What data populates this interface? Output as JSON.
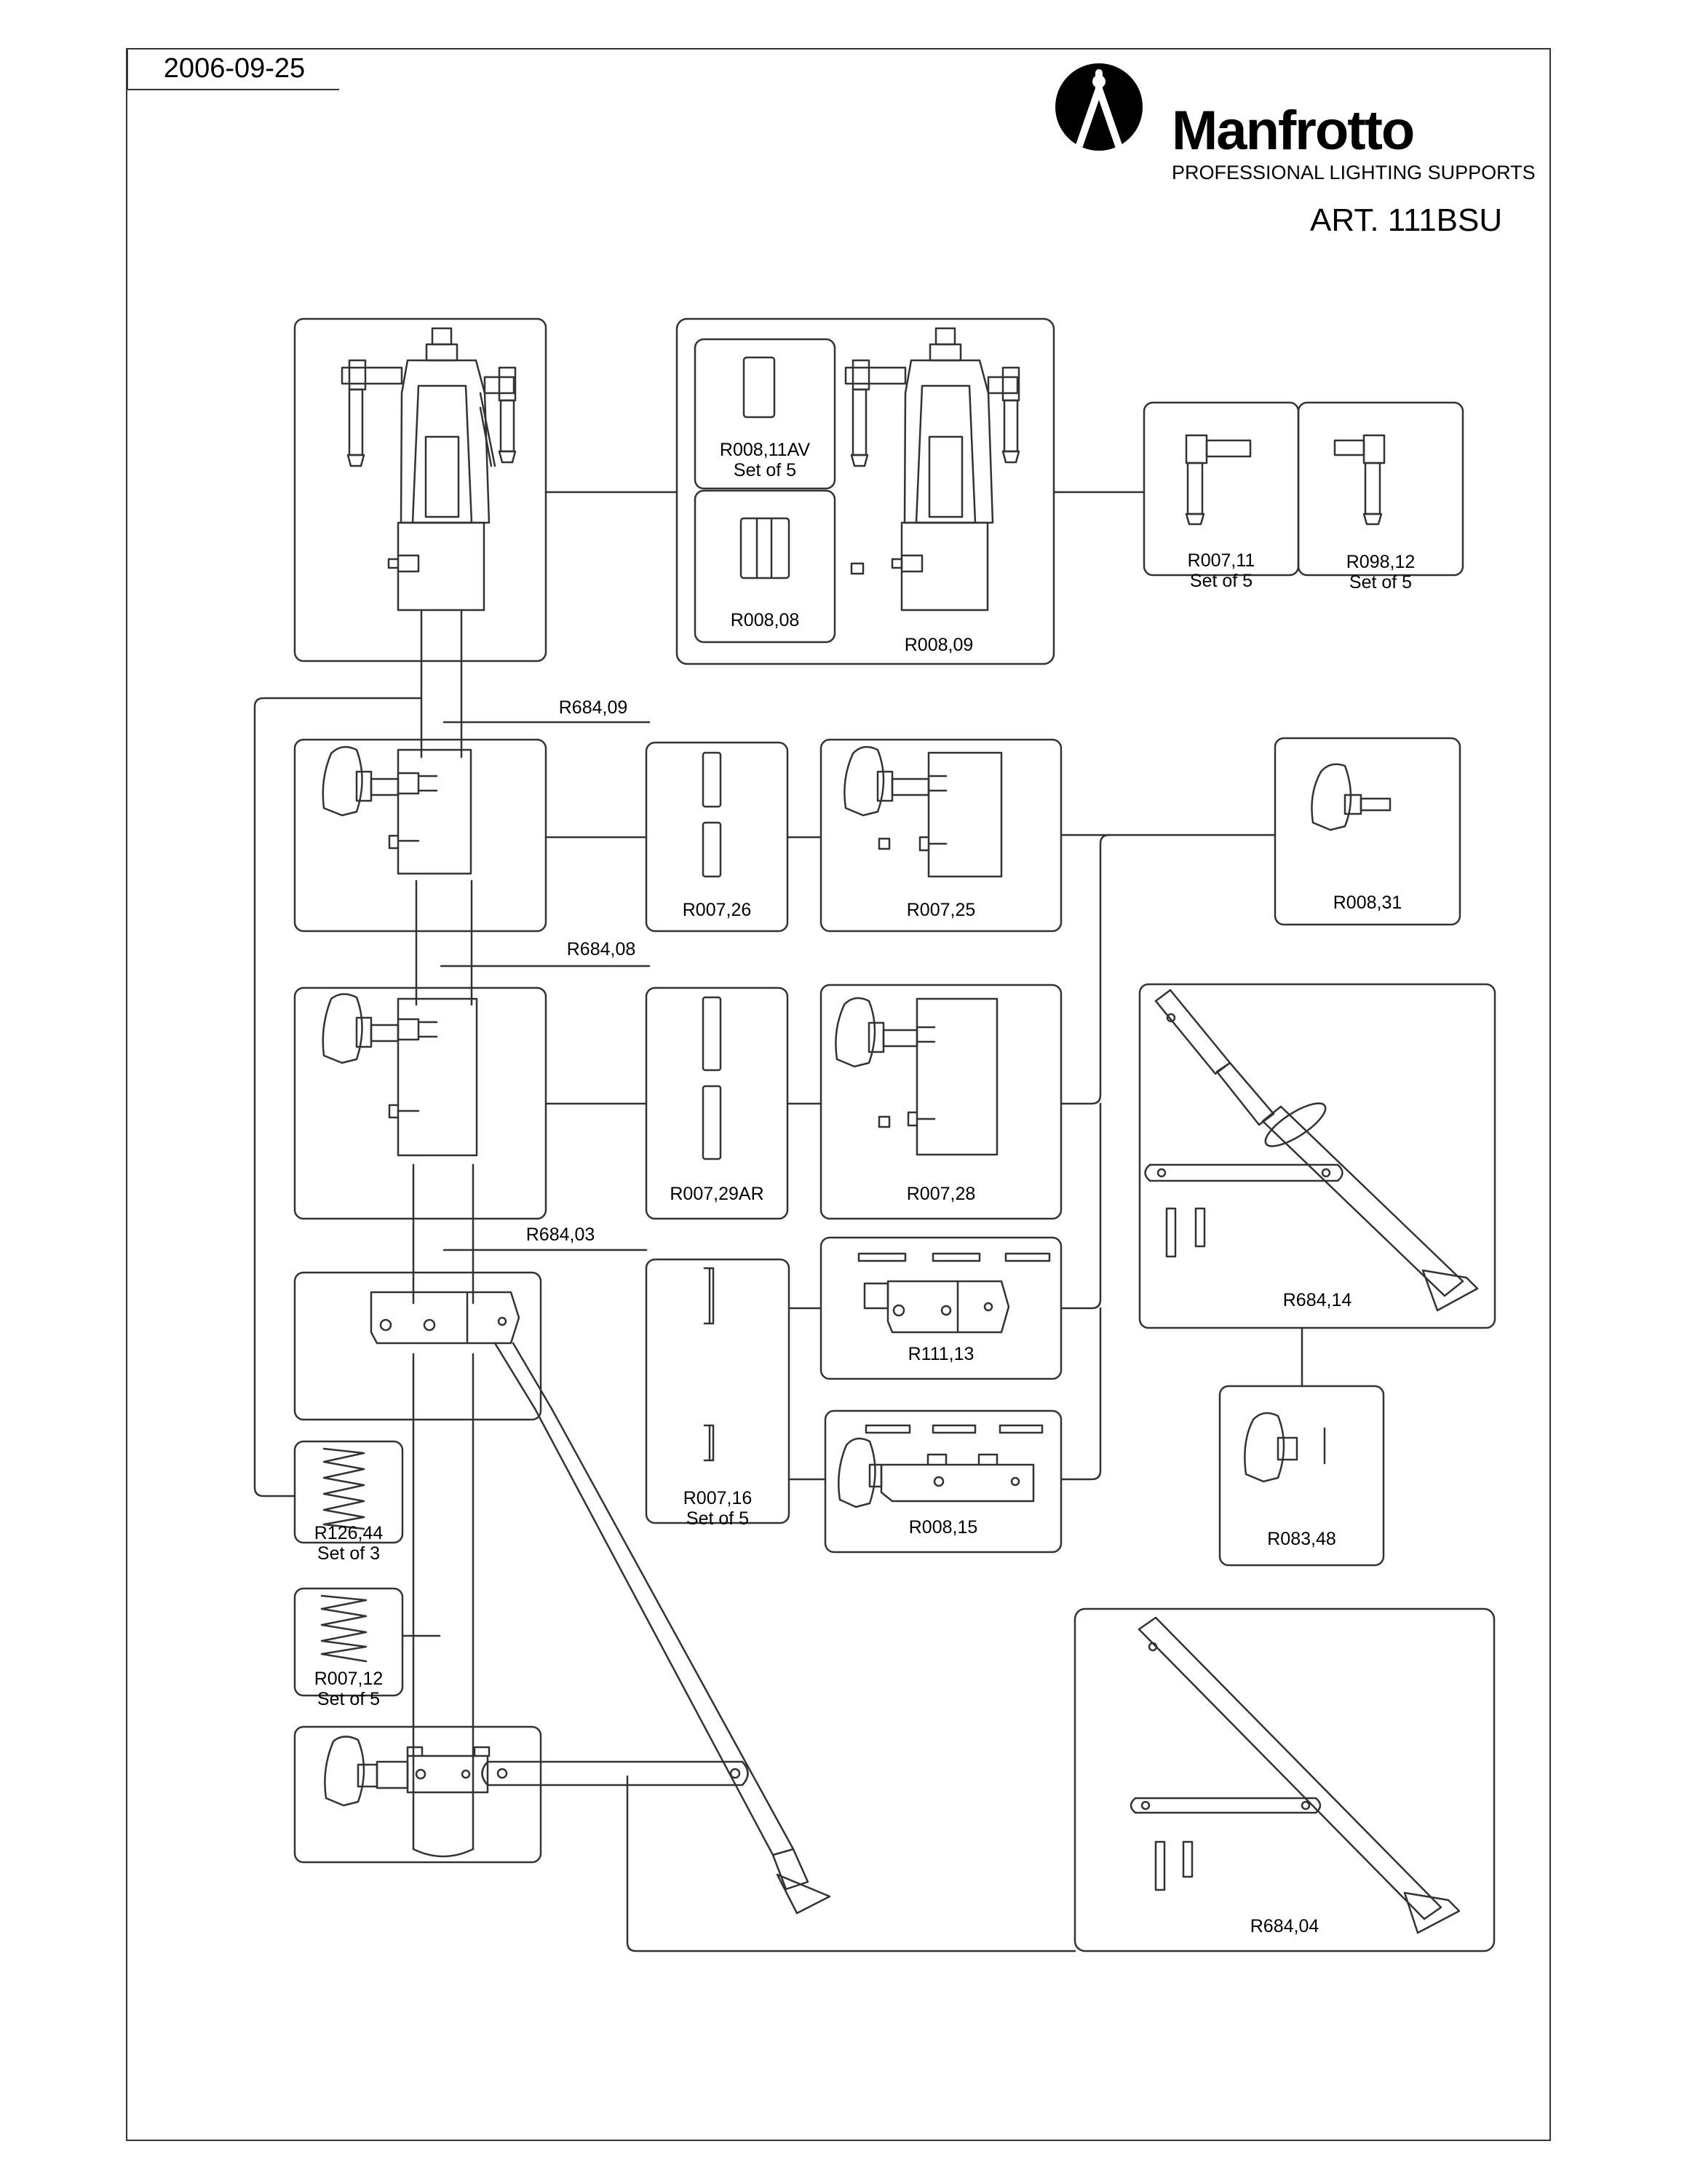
{
  "header": {
    "date": "2006-09-25",
    "brand": "Manfrotto",
    "tagline": "PROFESSIONAL LIGHTING SUPPORTS",
    "article": "ART. 111BSU"
  },
  "parts": {
    "r008_11av": {
      "code": "R008,11AV",
      "qty": "Set of 5"
    },
    "r008_08": {
      "code": "R008,08"
    },
    "r008_09": {
      "code": "R008,09"
    },
    "r007_11": {
      "code": "R007,11",
      "qty": "Set of 5"
    },
    "r098_12": {
      "code": "R098,12",
      "qty": "Set of 5"
    },
    "r684_09": {
      "code": "R684,09"
    },
    "r007_26": {
      "code": "R007,26"
    },
    "r007_25": {
      "code": "R007,25"
    },
    "r008_31": {
      "code": "R008,31"
    },
    "r684_08": {
      "code": "R684,08"
    },
    "r007_29ar": {
      "code": "R007,29AR"
    },
    "r007_28": {
      "code": "R007,28"
    },
    "r684_14": {
      "code": "R684,14"
    },
    "r684_03": {
      "code": "R684,03"
    },
    "r111_13": {
      "code": "R111,13"
    },
    "r007_16": {
      "code": "R007,16",
      "qty": "Set of 5"
    },
    "r008_15": {
      "code": "R008,15"
    },
    "r083_48": {
      "code": "R083,48"
    },
    "r126_44": {
      "code": "R126,44",
      "qty": "Set of 3"
    },
    "r007_12": {
      "code": "R007,12",
      "qty": "Set of 5"
    },
    "r684_04": {
      "code": "R684,04"
    }
  }
}
